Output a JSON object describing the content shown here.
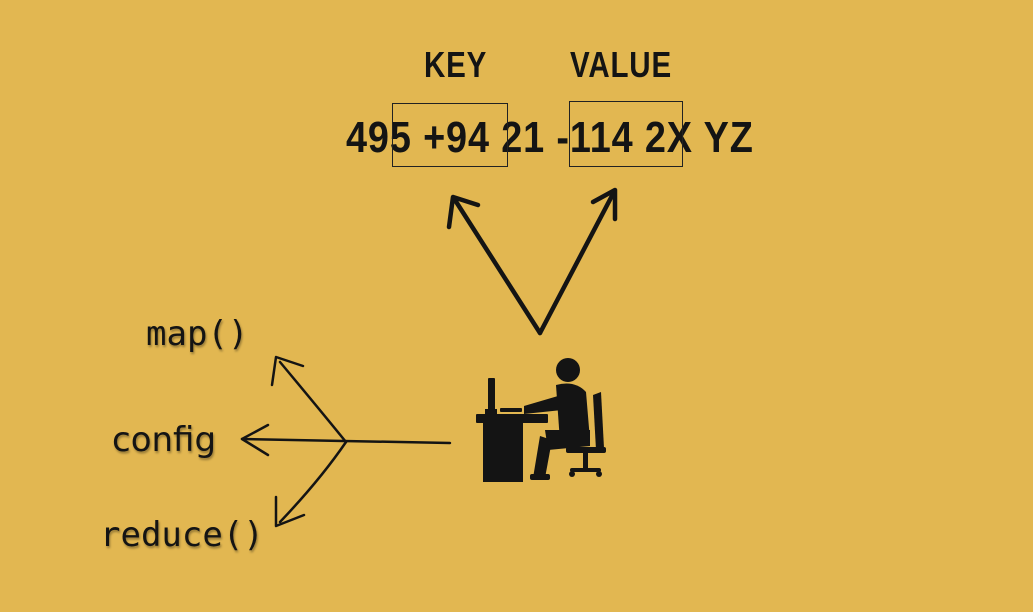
{
  "headers": {
    "key": "KEY",
    "value": "VALUE"
  },
  "record": {
    "part_before_key": "49",
    "key": "5 +94",
    "between": " 21 ",
    "value": "-114 2",
    "after_value": "X YZ"
  },
  "functions": {
    "map": "map()",
    "config": "config",
    "reduce": "reduce()"
  },
  "icons": {
    "person": "person-at-desk-icon",
    "computer": "computer-monitor-icon",
    "chair": "chair-icon"
  },
  "colors": {
    "background": "#e2b751",
    "ink": "#141414"
  }
}
